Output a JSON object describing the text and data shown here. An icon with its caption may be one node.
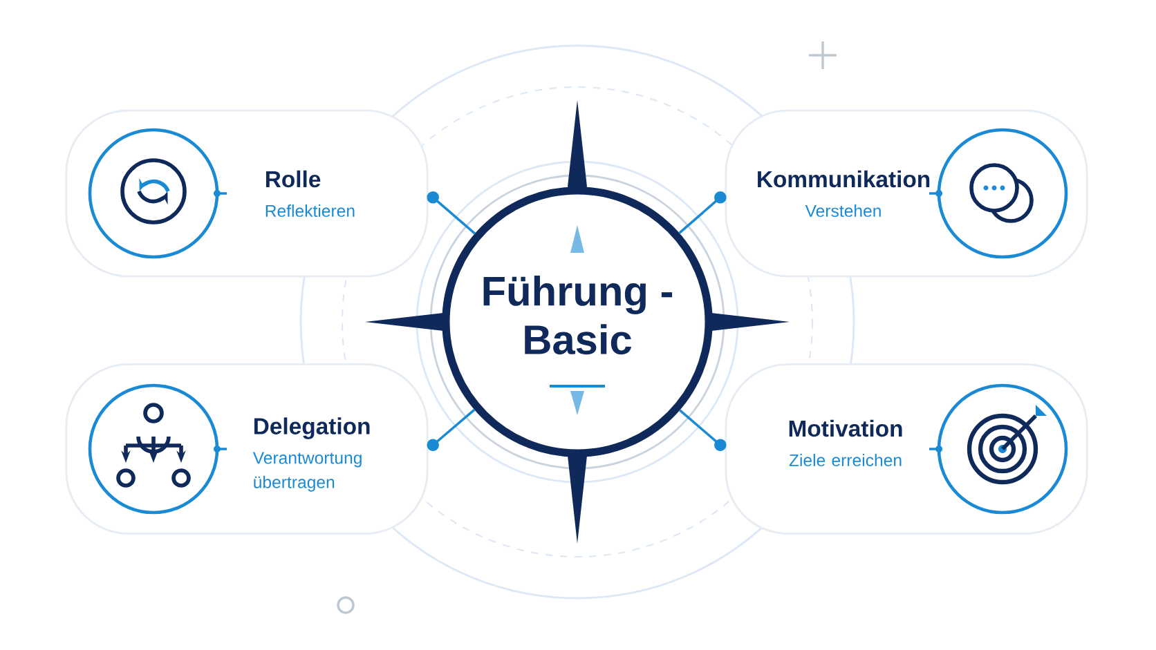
{
  "diagram": {
    "nodes": [
      {
        "text": [
          "Führung - Basic"
        ]
      },
      {
        "text": [
          "Rolle",
          "Reflektieren"
        ]
      },
      {
        "text": [],
        "shape": "picture",
        "in": 1
      },
      {
        "text": [
          "Kommunikation",
          "Verstehen"
        ]
      },
      {
        "text": [],
        "shape": "picture",
        "in": 3
      },
      {
        "text": [
          "Delegation",
          "Verantwortung übertragen"
        ]
      },
      {
        "text": [],
        "shape": "picture",
        "in": 5
      },
      {
        "text": [
          "Motivation",
          "Ziele erreichen"
        ]
      },
      {
        "text": [],
        "shape": "picture",
        "in": 7
      }
    ],
    "edges": [
      {
        "from": 0,
        "to": 1,
        "arrow": "other"
      },
      {
        "from": 0,
        "to": 3,
        "arrow": "other"
      },
      {
        "from": 0,
        "to": 5,
        "arrow": "other"
      },
      {
        "from": 0,
        "to": 7,
        "arrow": "other"
      }
    ]
  }
}
